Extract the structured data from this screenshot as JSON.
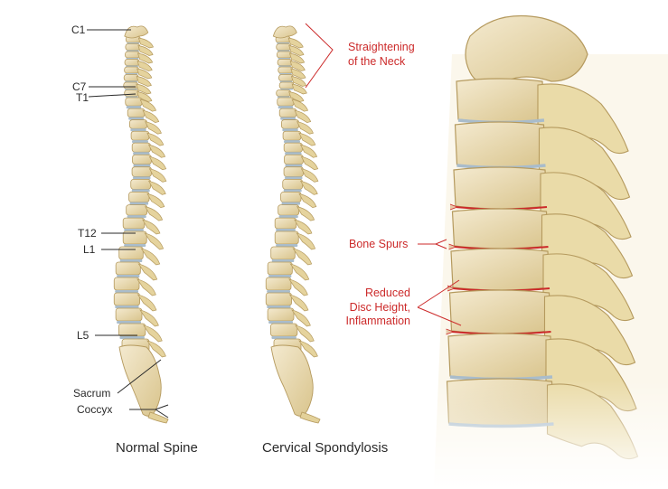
{
  "figure": {
    "captions": {
      "normal_spine": "Normal Spine",
      "cervical_spondylosis": "Cervical Spondylosis"
    },
    "normal_spine_labels": {
      "c1": "C1",
      "c7": "C7",
      "t1": "T1",
      "t12": "T12",
      "l1": "L1",
      "l5": "L5",
      "sacrum": "Sacrum",
      "coccyx": "Coccyx"
    },
    "spondylosis_labels": {
      "straightening_line1": "Straightening",
      "straightening_line2": "of the Neck"
    },
    "closeup_labels": {
      "bone_spurs": "Bone Spurs",
      "reduced_line1": "Reduced",
      "reduced_line2": "Disc Height,",
      "reduced_line3": "Inflammation"
    },
    "colors": {
      "bone": "#e9dcb0",
      "bone_outline": "#b59a5e",
      "disc": "#a9bccb",
      "annotation_red": "#cc2a2a",
      "label_text": "#2a2a2a"
    }
  }
}
